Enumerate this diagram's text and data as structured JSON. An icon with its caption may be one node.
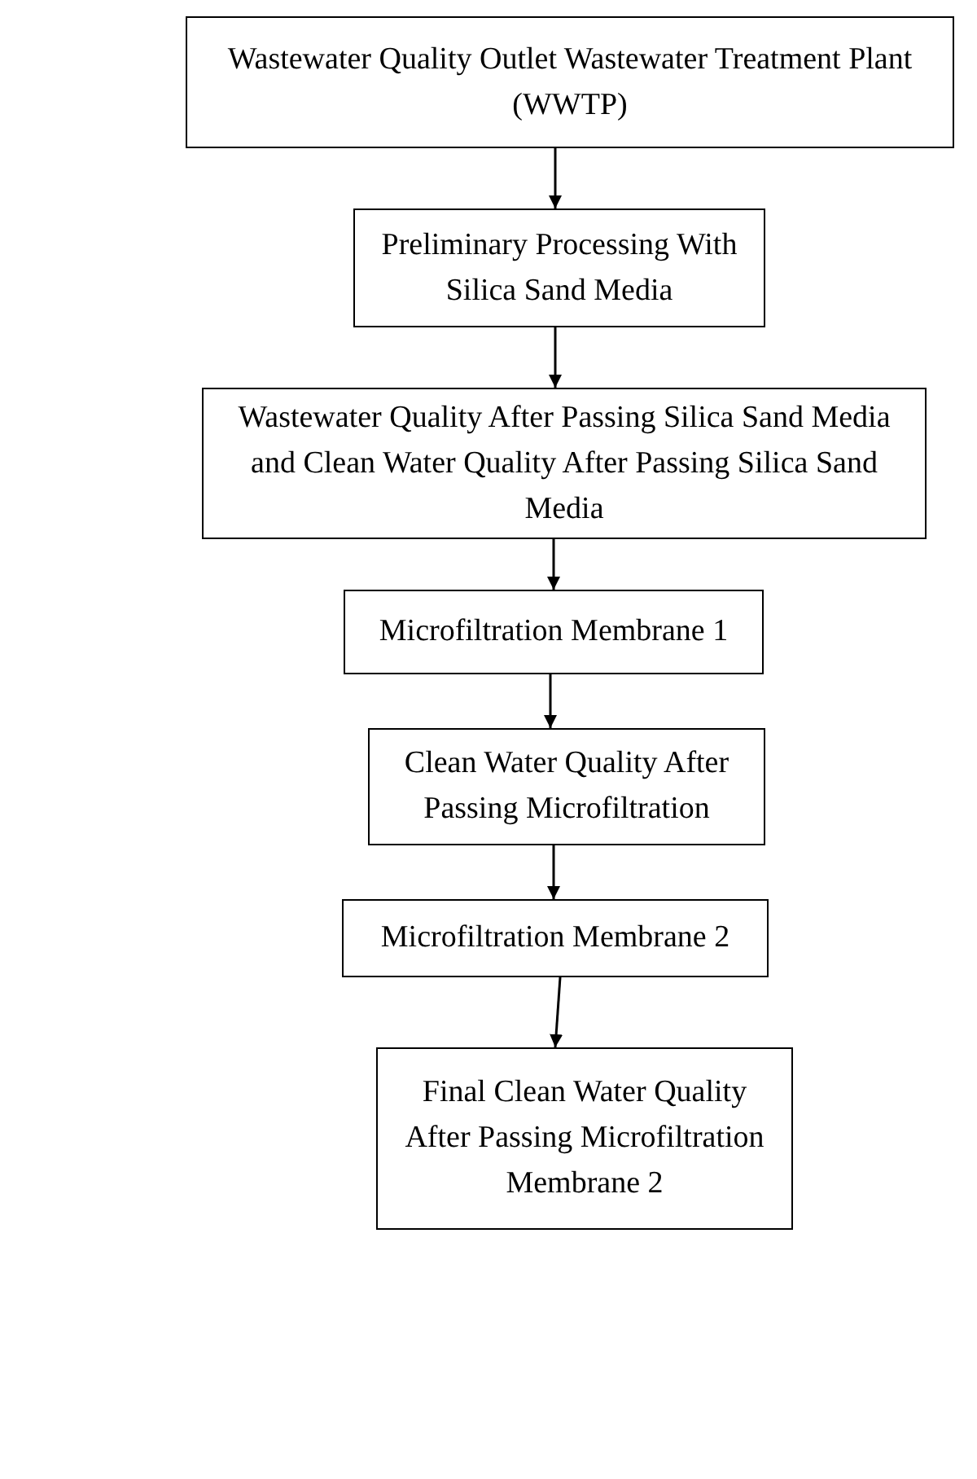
{
  "diagram": {
    "nodes": [
      {
        "text": [
          "Wastewater Quality Outlet Wastewater Treatment Plant (WWTP)"
        ]
      },
      {
        "text": [
          "Preliminary Processing With Silica Sand Media"
        ]
      },
      {
        "text": [
          "Wastewater Quality After Passing Silica Sand Media and Clean Water Quality After Passing Silica Sand Media"
        ]
      },
      {
        "text": [
          "Microfiltration Membrane 1"
        ]
      },
      {
        "text": [
          "Clean Water Quality After Passing Microfiltration"
        ]
      },
      {
        "text": [
          "Microfiltration Membrane 2"
        ]
      },
      {
        "text": [
          "Final Clean Water Quality After Passing Microfiltration Membrane 2"
        ]
      }
    ],
    "edges": [
      {
        "from": 0,
        "to": 1,
        "arrow": "to"
      },
      {
        "from": 1,
        "to": 2,
        "arrow": "to"
      },
      {
        "from": 2,
        "to": 3,
        "arrow": "to"
      },
      {
        "from": 3,
        "to": 4,
        "arrow": "to"
      },
      {
        "from": 4,
        "to": 5,
        "arrow": "to"
      },
      {
        "from": 5,
        "to": 6,
        "arrow": "to"
      }
    ]
  }
}
